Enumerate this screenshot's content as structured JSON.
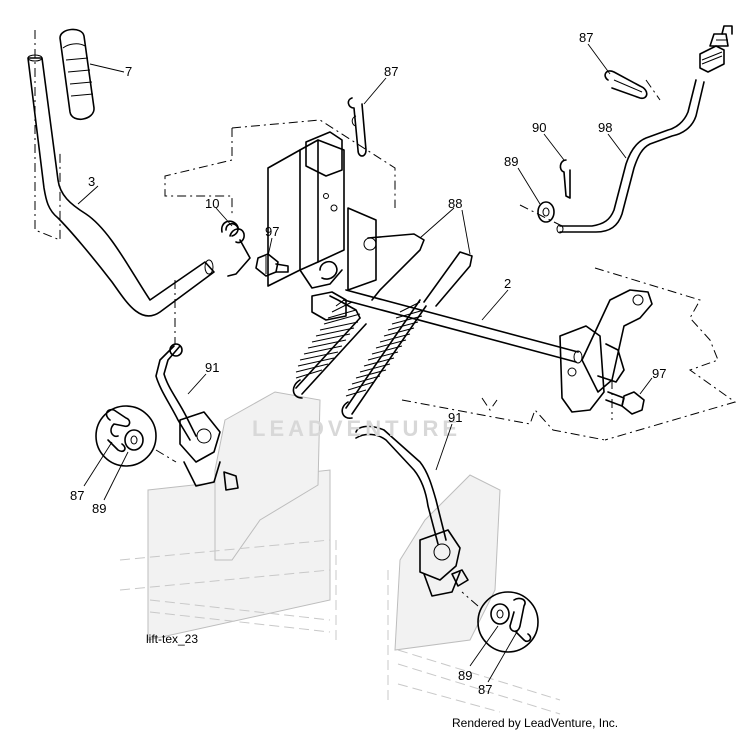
{
  "diagram_id": "lift-tex_23",
  "credit": "Rendered by LeadVenture, Inc.",
  "watermark": "LEADVENTURE",
  "callouts": {
    "c7": "7",
    "c3": "3",
    "c87_top": "87",
    "c10": "10",
    "c97_left": "97",
    "c88": "88",
    "c87_right": "87",
    "c90": "90",
    "c98": "98",
    "c89_right": "89",
    "c2": "2",
    "c97_right": "97",
    "c91_left": "91",
    "c87_left": "87",
    "c89_left": "89",
    "c91_right": "91",
    "c89_bottom": "89",
    "c87_bottom": "87"
  }
}
